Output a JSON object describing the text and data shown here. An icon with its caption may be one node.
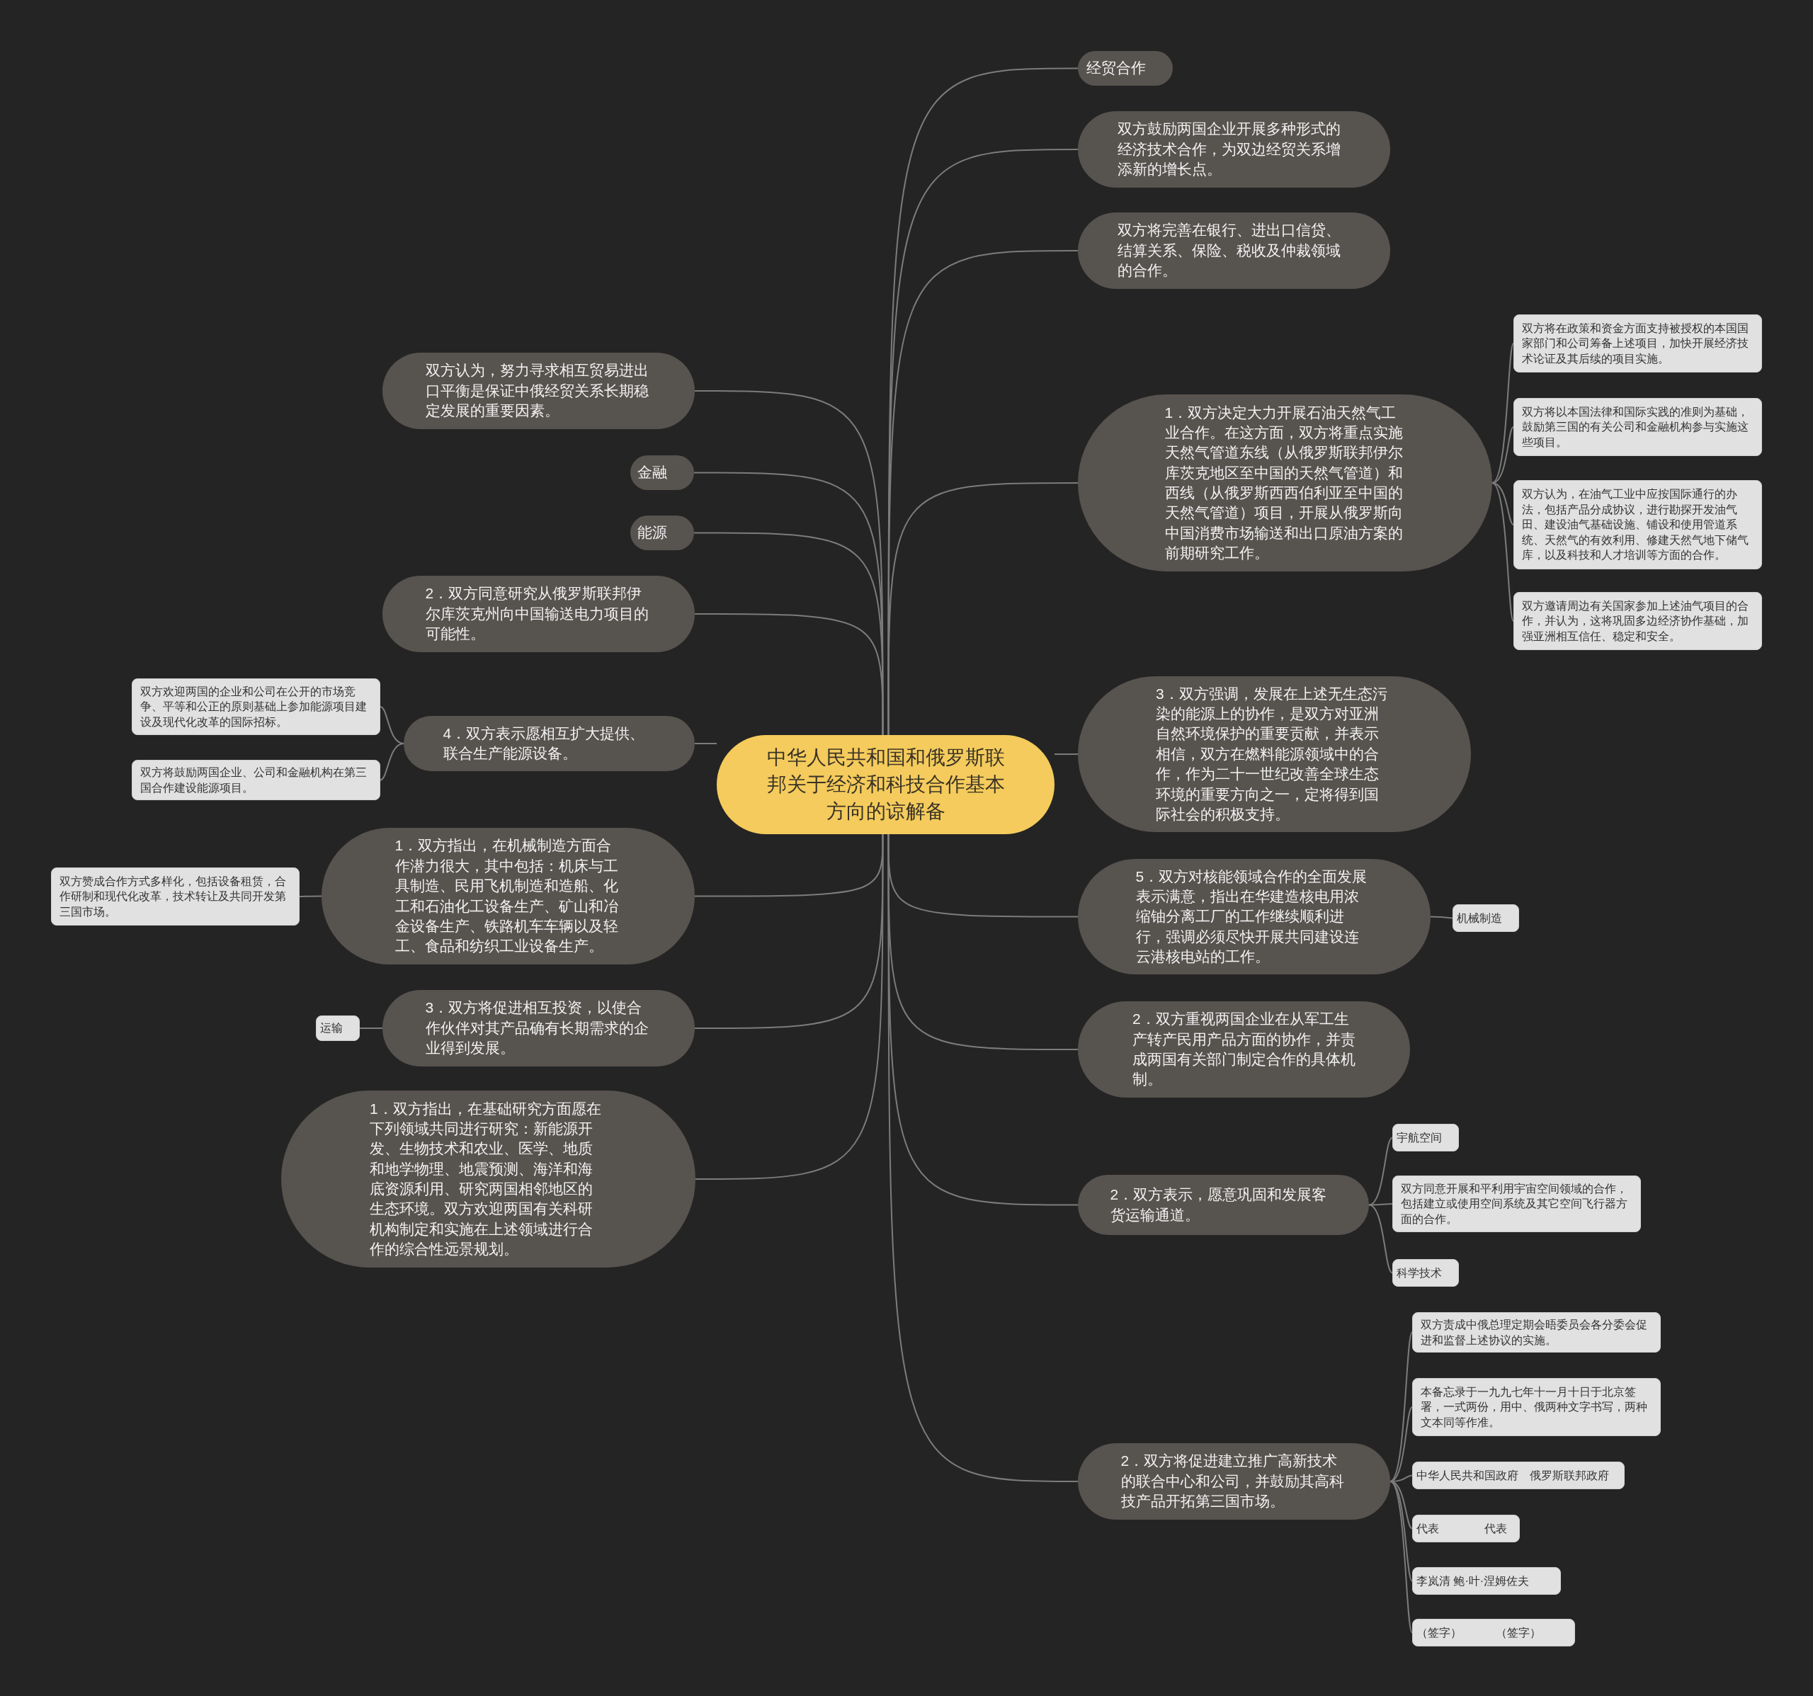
{
  "diagram": {
    "nodes": [
      {
        "text": [
          "中华人民共和国和俄罗斯联邦关于经济和科技合作基本方向的谅解备"
        ]
      },
      {
        "text": [
          "经贸合作"
        ]
      },
      {
        "text": [
          "双方鼓励两国企业开展多种形式的经济技术合作，为双边经贸关系增添新的增长点。"
        ]
      },
      {
        "text": [
          "双方将完善在银行、进出口信贷、结算关系、保险、税收及仲裁领域的合作。"
        ]
      },
      {
        "text": [
          "1．双方决定大力开展石油天然气工业合作。在这方面，双方将重点实施天然气管道东线（从俄罗斯联邦伊尔库茨克地区至中国的天然气管道）和西线（从俄罗斯西西伯利亚至中国的天然气管道）项目，开展从俄罗斯向中国消费市场输送和出口原油方案的前期研究工作。"
        ]
      },
      {
        "text": [
          "双方将在政策和资金方面支持被授权的本国国家部门和公司筹备上述项目，加快开展经济技术论证及其后续的项目实施。"
        ]
      },
      {
        "text": [
          "双方将以本国法律和国际实践的准则为基础，鼓励第三国的有关公司和金融机构参与实施这些项目。"
        ]
      },
      {
        "text": [
          "双方认为，在油气工业中应按国际通行的办法，包括产品分成协议，进行勘探开发油气田、建设油气基础设施、铺设和使用管道系统、天然气的有效利用、修建天然气地下储气库，以及科技和人才培训等方面的合作。"
        ]
      },
      {
        "text": [
          "双方邀请周边有关国家参加上述油气项目的合作，并认为，这将巩固多边经济协作基础，加强亚洲相互信任、稳定和安全。"
        ]
      },
      {
        "text": [
          "3．双方强调，发展在上述无生态污染的能源上的协作，是双方对亚洲自然环境保护的重要贡献，并表示相信，双方在燃料能源领域中的合作，作为二十一世纪改善全球生态环境的重要方向之一，定将得到国际社会的积极支持。"
        ]
      },
      {
        "text": [
          "5．双方对核能领域合作的全面发展表示满意，指出在华建造核电用浓缩铀分离工厂的工作继续顺利进行，强调必须尽快开展共同建设连云港核电站的工作。"
        ]
      },
      {
        "text": [
          "机械制造"
        ]
      },
      {
        "text": [
          "2．双方重视两国企业在从军工生产转产民用产品方面的协作，并责成两国有关部门制定合作的具体机制。"
        ]
      },
      {
        "text": [
          "2．双方表示，愿意巩固和发展客货运输通道。"
        ]
      },
      {
        "text": [
          "宇航空间"
        ]
      },
      {
        "text": [
          "双方同意开展和平利用宇宙空间领域的合作，包括建立或使用空间系统及其它空间飞行器方面的合作。"
        ]
      },
      {
        "text": [
          "科学技术"
        ]
      },
      {
        "text": [
          "2．双方将促进建立推广高新技术的联合中心和公司，并鼓励其高科技产品开拓第三国市场。"
        ]
      },
      {
        "text": [
          "双方责成中俄总理定期会晤委员会各分委会促进和监督上述协议的实施。"
        ]
      },
      {
        "text": [
          "本备忘录于一九九七年十一月十日于北京签署，一式两份，用中、俄两种文字书写，两种文本同等作准。"
        ]
      },
      {
        "text": [
          "中华人民共和国政府　俄罗斯联邦政府"
        ]
      },
      {
        "text": [
          "代表　　　　代表"
        ]
      },
      {
        "text": [
          "李岚清 鲍·叶·涅姆佐夫"
        ]
      },
      {
        "text": [
          "（签字）　　　（签字）"
        ]
      },
      {
        "text": [
          "双方认为，努力寻求相互贸易进出口平衡是保证中俄经贸关系长期稳定发展的重要因素。"
        ]
      },
      {
        "text": [
          "金融"
        ]
      },
      {
        "text": [
          "能源"
        ]
      },
      {
        "text": [
          "2．双方同意研究从俄罗斯联邦伊尔库茨克州向中国输送电力项目的可能性。"
        ]
      },
      {
        "text": [
          "4．双方表示愿相互扩大提供、联合生产能源设备。"
        ]
      },
      {
        "text": [
          "双方欢迎两国的企业和公司在公开的市场竞争、平等和公正的原则基础上参加能源项目建设及现代化改革的国际招标。"
        ]
      },
      {
        "text": [
          "双方将鼓励两国企业、公司和金融机构在第三国合作建设能源项目。"
        ]
      },
      {
        "text": [
          "1．双方指出，在机械制造方面合作潜力很大，其中包括：机床与工具制造、民用飞机制造和造船、化工和石油化工设备生产、矿山和冶金设备生产、铁路机车车辆以及轻工、食品和纺织工业设备生产。"
        ]
      },
      {
        "text": [
          "双方赞成合作方式多样化，包括设备租赁，合作研制和现代化改革，技术转让及共同开发第三国市场。"
        ]
      },
      {
        "text": [
          "3．双方将促进相互投资，以使合作伙伴对其产品确有长期需求的企业得到发展。"
        ]
      },
      {
        "text": [
          "运输"
        ]
      },
      {
        "text": [
          "1．双方指出，在基础研究方面愿在下列领域共同进行研究：新能源开发、生物技术和农业、医学、地质和地学物理、地震预测、海洋和海底资源利用、研究两国相邻地区的生态环境。双方欢迎两国有关科研机构制定和实施在上述领域进行合作的综合性远景规划。"
        ]
      }
    ],
    "edges": [
      {
        "from": 0,
        "to": 1,
        "arrow": "none"
      },
      {
        "from": 0,
        "to": 2,
        "arrow": "none"
      },
      {
        "from": 0,
        "to": 3,
        "arrow": "none"
      },
      {
        "from": 0,
        "to": 4,
        "arrow": "none"
      },
      {
        "from": 4,
        "to": 5,
        "arrow": "none"
      },
      {
        "from": 4,
        "to": 6,
        "arrow": "none"
      },
      {
        "from": 4,
        "to": 7,
        "arrow": "none"
      },
      {
        "from": 4,
        "to": 8,
        "arrow": "none"
      },
      {
        "from": 0,
        "to": 9,
        "arrow": "none"
      },
      {
        "from": 0,
        "to": 10,
        "arrow": "none"
      },
      {
        "from": 10,
        "to": 11,
        "arrow": "none"
      },
      {
        "from": 0,
        "to": 12,
        "arrow": "none"
      },
      {
        "from": 0,
        "to": 13,
        "arrow": "none"
      },
      {
        "from": 13,
        "to": 14,
        "arrow": "none"
      },
      {
        "from": 13,
        "to": 15,
        "arrow": "none"
      },
      {
        "from": 13,
        "to": 16,
        "arrow": "none"
      },
      {
        "from": 0,
        "to": 17,
        "arrow": "none"
      },
      {
        "from": 17,
        "to": 18,
        "arrow": "none"
      },
      {
        "from": 17,
        "to": 19,
        "arrow": "none"
      },
      {
        "from": 17,
        "to": 20,
        "arrow": "none"
      },
      {
        "from": 17,
        "to": 21,
        "arrow": "none"
      },
      {
        "from": 17,
        "to": 22,
        "arrow": "none"
      },
      {
        "from": 17,
        "to": 23,
        "arrow": "none"
      },
      {
        "from": 0,
        "to": 24,
        "arrow": "none"
      },
      {
        "from": 0,
        "to": 25,
        "arrow": "none"
      },
      {
        "from": 0,
        "to": 26,
        "arrow": "none"
      },
      {
        "from": 0,
        "to": 27,
        "arrow": "none"
      },
      {
        "from": 0,
        "to": 28,
        "arrow": "none"
      },
      {
        "from": 28,
        "to": 29,
        "arrow": "none"
      },
      {
        "from": 28,
        "to": 30,
        "arrow": "none"
      },
      {
        "from": 0,
        "to": 31,
        "arrow": "none"
      },
      {
        "from": 31,
        "to": 32,
        "arrow": "none"
      },
      {
        "from": 0,
        "to": 33,
        "arrow": "none"
      },
      {
        "from": 33,
        "to": 34,
        "arrow": "none"
      },
      {
        "from": 0,
        "to": 35,
        "arrow": "none"
      }
    ]
  }
}
